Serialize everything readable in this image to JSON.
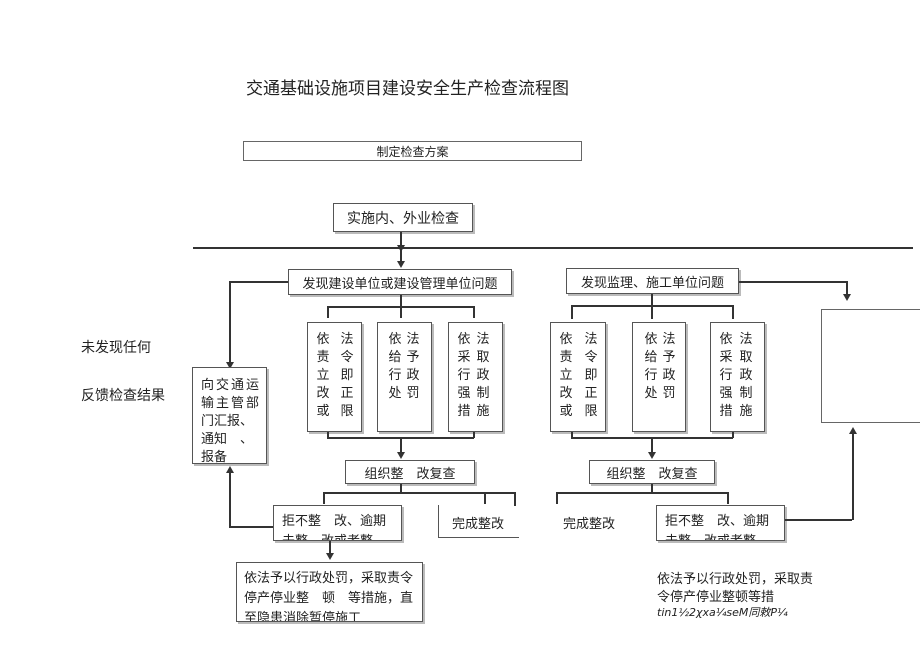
{
  "title": "交通基础设施项目建设安全生产检查流程图",
  "plan_box": "制定检查方案",
  "inspect_box": "实施内、外业检查",
  "left_branch": {
    "header": "发现建设单位或建设管理单位问题",
    "col1": [
      "依责立改或",
      "法令即正限"
    ],
    "col2": [
      "依给行处",
      "法予政罚"
    ],
    "col3": [
      "依采行强措",
      "法取政制施"
    ],
    "rectify": "组织整　改复查",
    "refuse_line1": "拒不整　改、逾期",
    "refuse_line2": "未整　改或者整",
    "penalty_line1": "依法予以行政处罚，采取责令",
    "penalty_line2": "停产停业整　顿　等措施，直",
    "penalty_line3": "至隐患消除暂停施工",
    "complete": "完成整改"
  },
  "report_box": [
    "向交通运",
    "输主管部",
    "门汇报、",
    "通知　、",
    "报备"
  ],
  "side_note1": "未发现任何",
  "side_note2": "反馈检查结果",
  "right_branch": {
    "header": "发现监理、施工单位问题",
    "col1": [
      "依责立改或",
      "法令即正限"
    ],
    "col2": [
      "依给行处",
      "法予政罚"
    ],
    "col3": [
      "依采行强措",
      "法取政制施"
    ],
    "rectify": "组织整　改复查",
    "complete": "完成整改",
    "refuse_line1": "拒不整　改、逾期",
    "refuse_line2": "未整　改或者整",
    "penalty_line1": "依法予以行政处罚，采取责",
    "penalty_line2": "令停产停业整顿等措",
    "penalty_line3": "tin1½2χxa¼seM同敕P¼"
  }
}
